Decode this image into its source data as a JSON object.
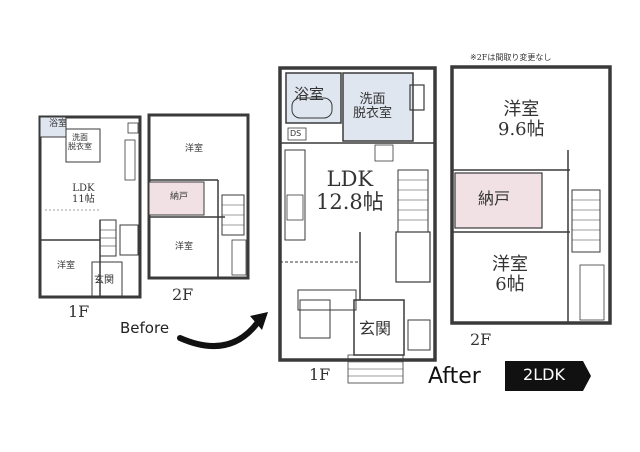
{
  "note": "※2Fは間取り変更なし",
  "before": {
    "label": "Before",
    "floor1": {
      "label": "1F",
      "rooms": {
        "bath": "浴室",
        "washroom": "洗面\n脱衣室",
        "ldk": "LDK\n11帖",
        "western": "洋室",
        "entrance": "玄関"
      }
    },
    "floor2": {
      "label": "2F",
      "rooms": {
        "western_top": "洋室",
        "closet": "納戸",
        "western_bottom": "洋室"
      }
    }
  },
  "after": {
    "label": "After",
    "layout_type": "2LDK",
    "floor1": {
      "label": "1F",
      "rooms": {
        "bath": "浴室",
        "washroom": "洗面\n脱衣室",
        "ldk": "LDK\n12.8帖",
        "entrance": "玄関",
        "ds": "DS"
      }
    },
    "floor2": {
      "label": "2F",
      "rooms": {
        "western_top": "洋室\n9.6帖",
        "closet": "納戸",
        "western_bottom": "洋室\n6帖"
      }
    }
  },
  "colors": {
    "wall": "#3a3a3a",
    "bath_fill": "#dfe6ef",
    "closet_fill": "#f1e1e4",
    "arrow": "#111111",
    "badge_bg": "#111111"
  }
}
